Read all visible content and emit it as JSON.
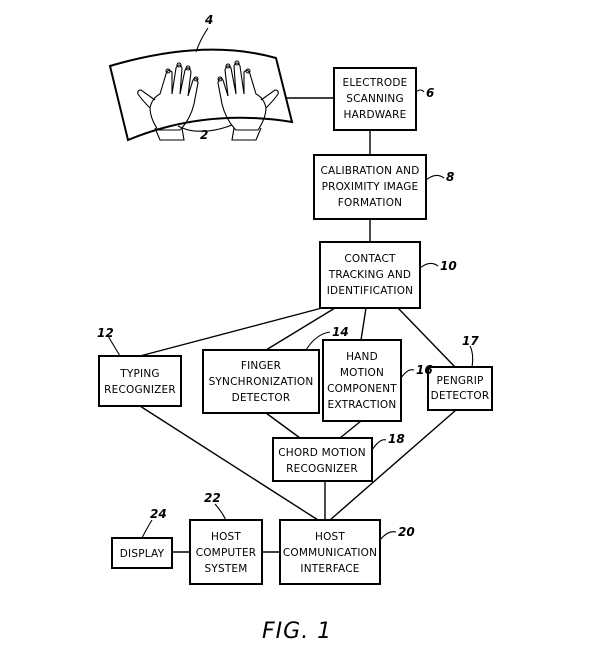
{
  "figure": {
    "caption": "FIG. 1"
  },
  "refs": {
    "surface": "4",
    "hands": "2"
  },
  "nodes": {
    "electrode": {
      "lines": [
        "ELECTRODE",
        "SCANNING",
        "HARDWARE"
      ],
      "ref": "6"
    },
    "calibration": {
      "lines": [
        "CALIBRATION AND",
        "PROXIMITY IMAGE",
        "FORMATION"
      ],
      "ref": "8"
    },
    "contact": {
      "lines": [
        "CONTACT",
        "TRACKING AND",
        "IDENTIFICATION"
      ],
      "ref": "10"
    },
    "typing": {
      "lines": [
        "TYPING",
        "RECOGNIZER"
      ],
      "ref": "12"
    },
    "finger": {
      "lines": [
        "FINGER",
        "SYNCHRONIZATION",
        "DETECTOR"
      ],
      "ref": "14"
    },
    "hand": {
      "lines": [
        "HAND",
        "MOTION",
        "COMPONENT",
        "EXTRACTION"
      ],
      "ref": "16"
    },
    "pengrip": {
      "lines": [
        "PENGRIP",
        "DETECTOR"
      ],
      "ref": "17"
    },
    "chord": {
      "lines": [
        "CHORD MOTION",
        "RECOGNIZER"
      ],
      "ref": "18"
    },
    "hostcomm": {
      "lines": [
        "HOST",
        "COMMUNICATION",
        "INTERFACE"
      ],
      "ref": "20"
    },
    "hostcomp": {
      "lines": [
        "HOST",
        "COMPUTER",
        "SYSTEM"
      ],
      "ref": "22"
    },
    "display": {
      "lines": [
        "DISPLAY"
      ],
      "ref": "24"
    }
  }
}
